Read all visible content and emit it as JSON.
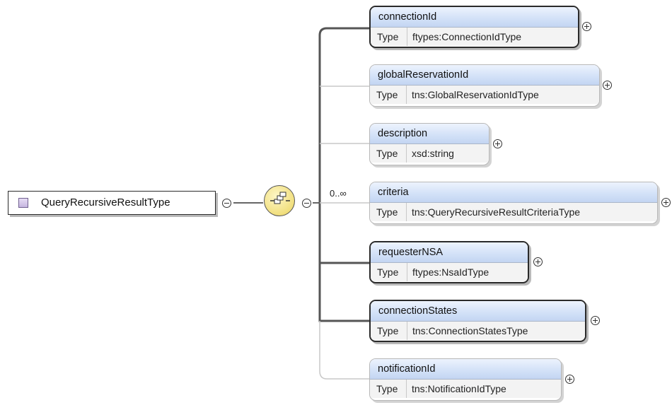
{
  "root": {
    "name": "QueryRecursiveResultType"
  },
  "sequence": {
    "icon": "sequence-compositor-icon"
  },
  "elements": [
    {
      "name": "connectionId",
      "type_label": "Type",
      "type": "ftypes:ConnectionIdType",
      "required": true
    },
    {
      "name": "globalReservationId",
      "type_label": "Type",
      "type": "tns:GlobalReservationIdType",
      "required": false
    },
    {
      "name": "description",
      "type_label": "Type",
      "type": "xsd:string",
      "required": false
    },
    {
      "name": "criteria",
      "type_label": "Type",
      "type": "tns:QueryRecursiveResultCriteriaType",
      "required": false,
      "occurrence": "0..∞"
    },
    {
      "name": "requesterNSA",
      "type_label": "Type",
      "type": "ftypes:NsaIdType",
      "required": true
    },
    {
      "name": "connectionStates",
      "type_label": "Type",
      "type": "tns:ConnectionStatesType",
      "required": true
    },
    {
      "name": "notificationId",
      "type_label": "Type",
      "type": "tns:NotificationIdType",
      "required": false
    }
  ],
  "colors": {
    "header_top": "#edf3fd",
    "header_bottom": "#c3d5f2",
    "compositor": "#f1df7e",
    "root_icon": "#c6b6e0"
  }
}
